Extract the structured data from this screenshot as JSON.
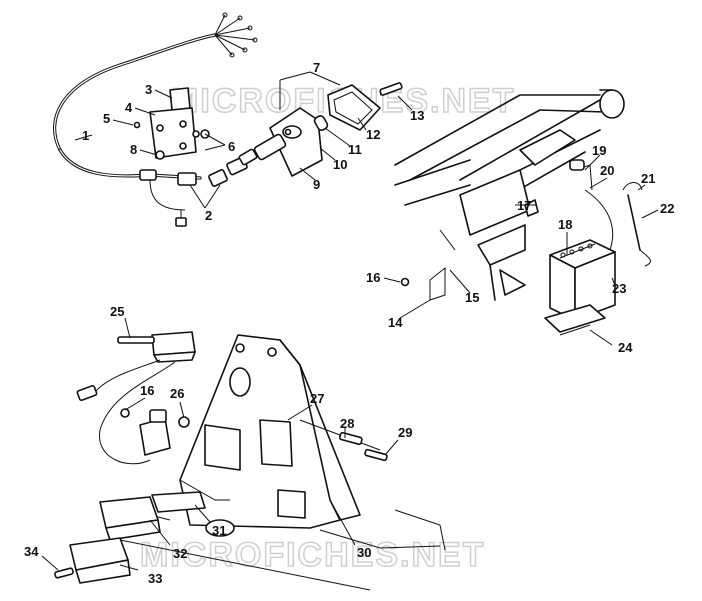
{
  "watermarks": [
    "MICROFICHES.NET",
    "MICROFICHES.NET"
  ],
  "callouts": [
    {
      "id": "1",
      "label": "1"
    },
    {
      "id": "2",
      "label": "2"
    },
    {
      "id": "3",
      "label": "3"
    },
    {
      "id": "4",
      "label": "4"
    },
    {
      "id": "5",
      "label": "5"
    },
    {
      "id": "6",
      "label": "6"
    },
    {
      "id": "7",
      "label": "7"
    },
    {
      "id": "8",
      "label": "8"
    },
    {
      "id": "9",
      "label": "9"
    },
    {
      "id": "10",
      "label": "10"
    },
    {
      "id": "11",
      "label": "11"
    },
    {
      "id": "12",
      "label": "12"
    },
    {
      "id": "13",
      "label": "13"
    },
    {
      "id": "14",
      "label": "14"
    },
    {
      "id": "15",
      "label": "15"
    },
    {
      "id": "16a",
      "label": "16"
    },
    {
      "id": "17",
      "label": "17"
    },
    {
      "id": "18",
      "label": "18"
    },
    {
      "id": "19",
      "label": "19"
    },
    {
      "id": "20",
      "label": "20"
    },
    {
      "id": "21",
      "label": "21"
    },
    {
      "id": "22",
      "label": "22"
    },
    {
      "id": "23",
      "label": "23"
    },
    {
      "id": "24",
      "label": "24"
    },
    {
      "id": "25",
      "label": "25"
    },
    {
      "id": "16b",
      "label": "16"
    },
    {
      "id": "26",
      "label": "26"
    },
    {
      "id": "27",
      "label": "27"
    },
    {
      "id": "28",
      "label": "28"
    },
    {
      "id": "29",
      "label": "29"
    },
    {
      "id": "30",
      "label": "30"
    },
    {
      "id": "31",
      "label": "31"
    },
    {
      "id": "32",
      "label": "32"
    },
    {
      "id": "33",
      "label": "33"
    },
    {
      "id": "34",
      "label": "34"
    }
  ]
}
